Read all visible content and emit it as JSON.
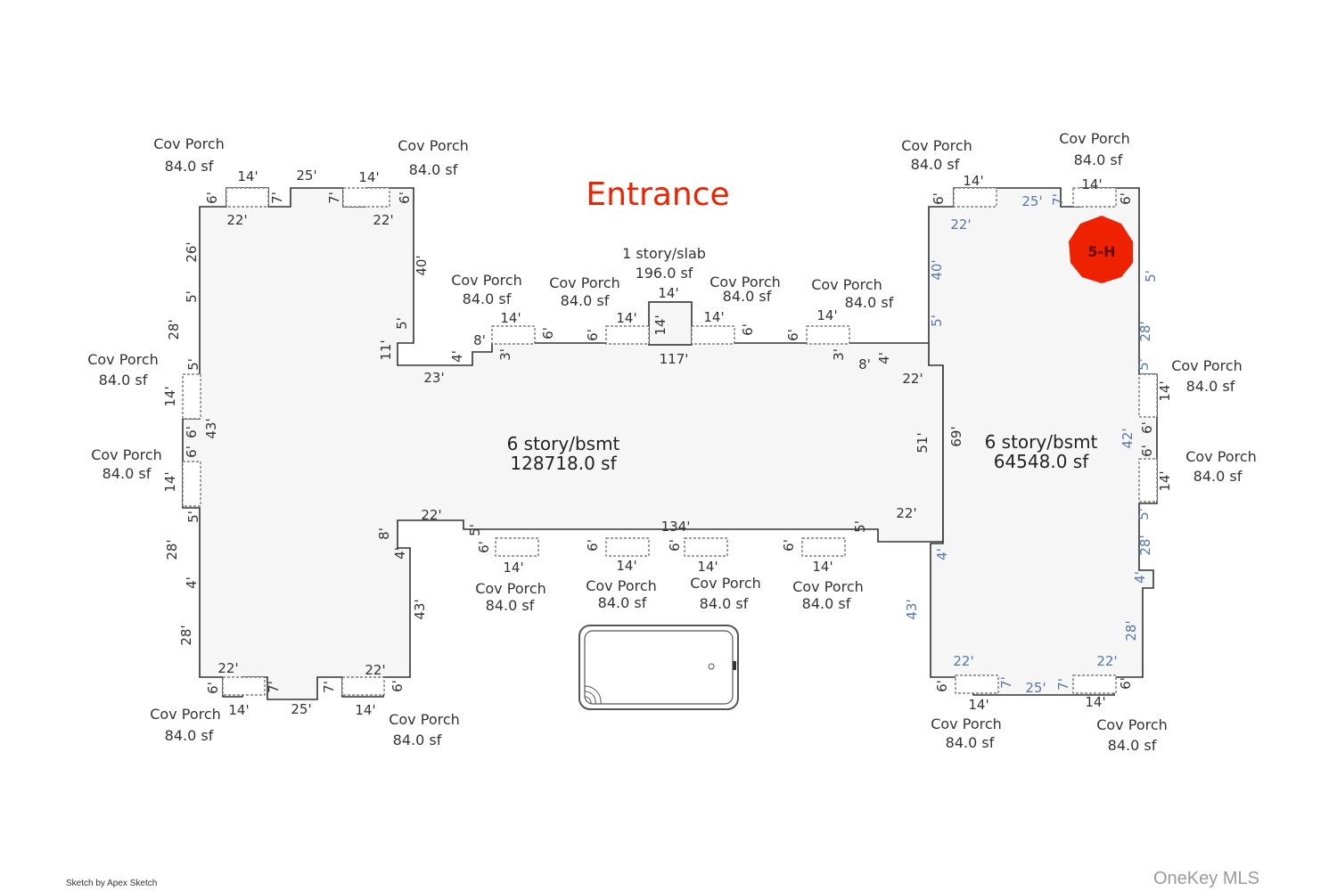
{
  "entrance": "Entrance",
  "marker": {
    "label": "5-H",
    "color": "#ee2200"
  },
  "slab": {
    "name": "1 story/slab",
    "area": "196.0 sf"
  },
  "left_bldg": {
    "name": "6 story/bsmt",
    "area": "128718.0 sf"
  },
  "right_bldg": {
    "name": "6 story/bsmt",
    "area": "64548.0 sf"
  },
  "porch": {
    "name": "Cov Porch",
    "area": "84.0 sf"
  },
  "footer": {
    "sketch_credit": "Sketch by Apex Sketch",
    "mls": "OneKey MLS"
  },
  "dims": {
    "d14": "14'",
    "d25": "25'",
    "d7": "7'",
    "d6": "6'",
    "d22": "22'",
    "d26": "26'",
    "d5": "5'",
    "d28": "28'",
    "d43": "43'",
    "d4": "4'",
    "d40": "40'",
    "d11": "11'",
    "d23": "23'",
    "d8": "8'",
    "d3": "3'",
    "d117": "117'",
    "d134": "134'",
    "d51": "51'",
    "d69": "69'",
    "d42": "42'"
  }
}
